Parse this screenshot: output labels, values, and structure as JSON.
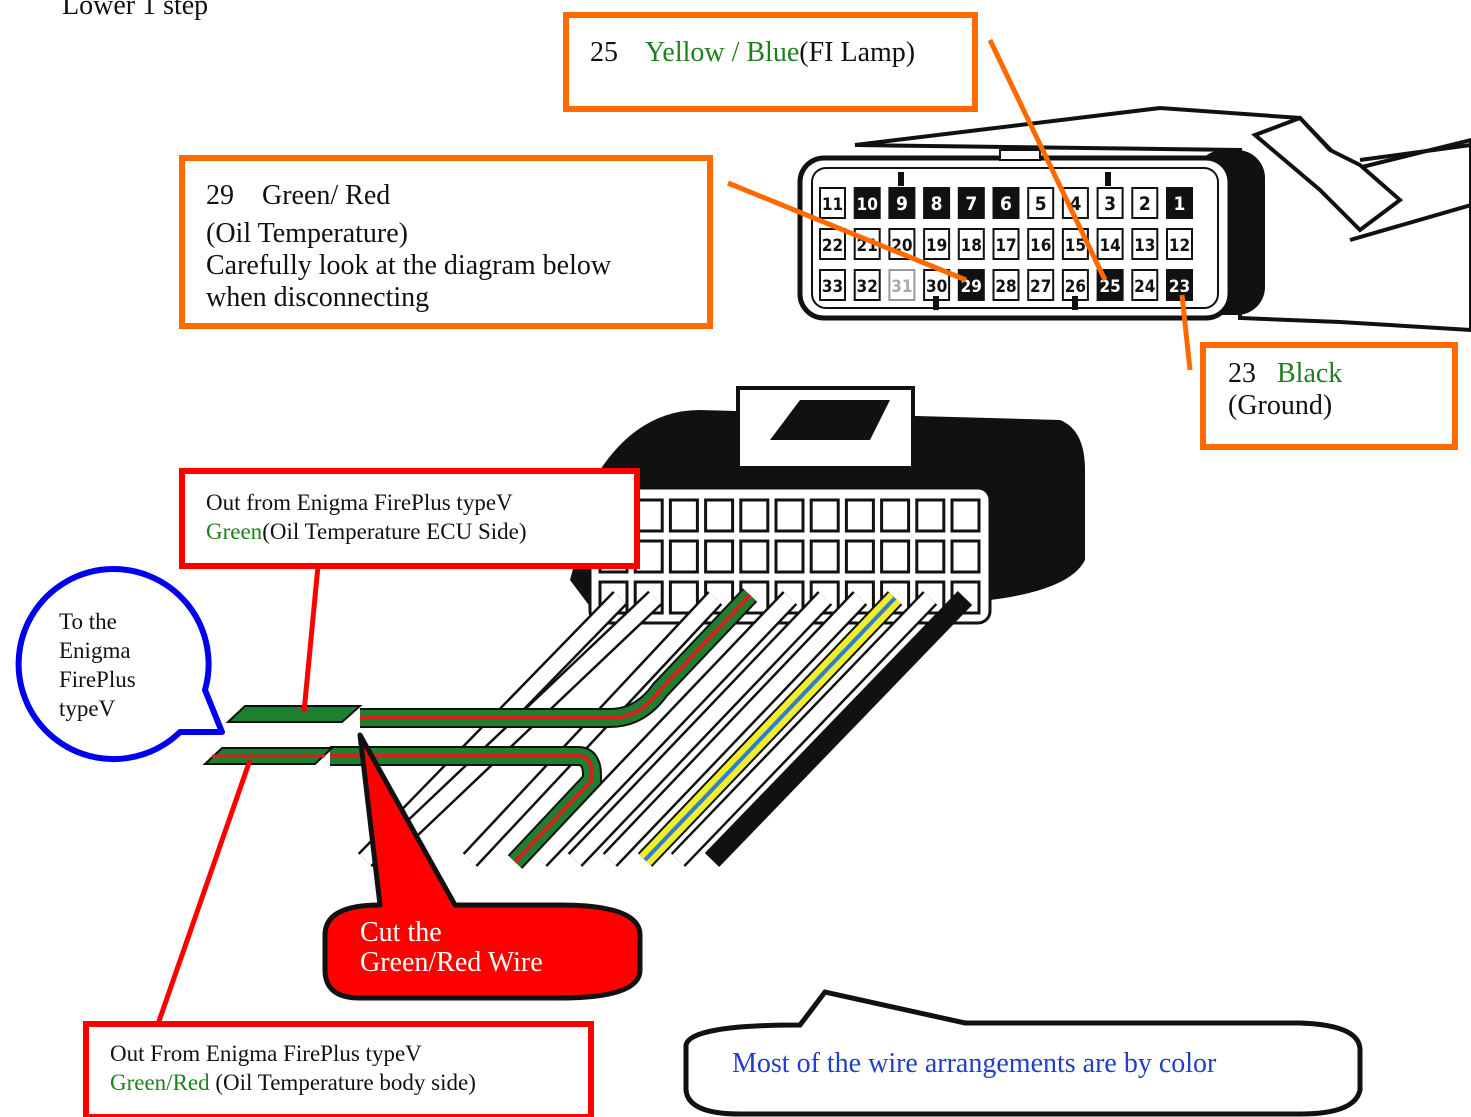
{
  "header": {
    "step_title": "Lower 1 step"
  },
  "connector_top": {
    "rows": [
      [
        "11",
        "10",
        "9",
        "8",
        "7",
        "6",
        "5",
        "4",
        "3",
        "2",
        "1"
      ],
      [
        "22",
        "21",
        "20",
        "19",
        "18",
        "17",
        "16",
        "15",
        "14",
        "13",
        "12"
      ],
      [
        "33",
        "32",
        "31",
        "30",
        "29",
        "28",
        "27",
        "26",
        "25",
        "24",
        "23"
      ]
    ],
    "filled_pins": [
      "10",
      "9",
      "8",
      "7",
      "6",
      "1",
      "29",
      "25",
      "23"
    ],
    "grey_pins": [
      "31"
    ]
  },
  "callouts": {
    "pin25": {
      "num": "25",
      "color_text": "Yellow / Blue",
      "desc": "(FI Lamp)"
    },
    "pin29": {
      "line1": "29　Green/ Red",
      "line2": "(Oil Temperature)",
      "line3": "Carefully look at the diagram below",
      "line4": "when disconnecting"
    },
    "pin23": {
      "num": "23",
      "color_text": "Black",
      "desc": "(Ground)"
    },
    "out_ecu": {
      "line1": "Out from Enigma FirePlus typeV",
      "color_text": "Green",
      "desc": "(Oil Temperature ECU Side)"
    },
    "out_body": {
      "line1": "Out From Enigma FirePlus typeV",
      "color_text": "Green/Red",
      "desc": " (Oil Temperature body side)"
    },
    "to_enigma": {
      "line1": "To the",
      "line2": "Enigma",
      "line3": "FirePlus",
      "line4": "typeV"
    },
    "cut": {
      "line1": "Cut the",
      "line2": "Green/Red Wire"
    },
    "note": {
      "text": "Most of the wire arrangements are by color"
    }
  },
  "colors": {
    "orange": "#ff6a00",
    "red": "#ff0000",
    "blue": "#0000ee",
    "wire_green": "#1e7f2e",
    "wire_red": "#d62020",
    "wire_yellow": "#f2ee2a",
    "wire_blue": "#2f7fd0",
    "label_green": "#1e7f1e"
  }
}
